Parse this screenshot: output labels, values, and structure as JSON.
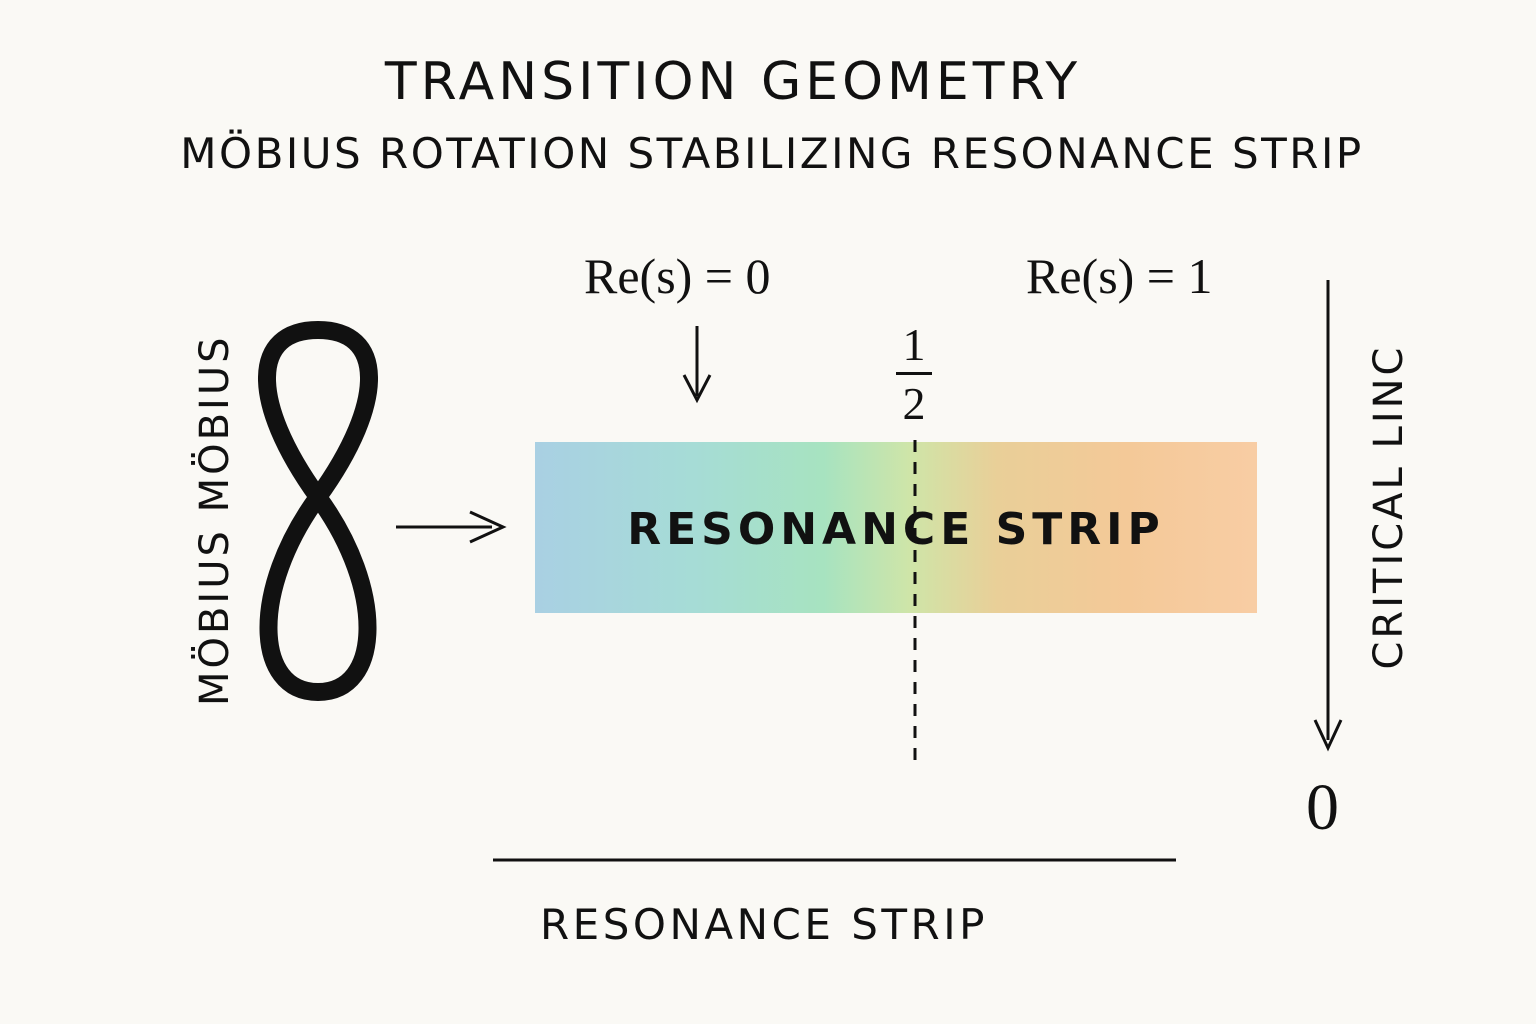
{
  "title": "TRANSITION GEOMETRY",
  "subtitle": "MÖBIUS ROTATION STABILIZING RESONANCE STRIP",
  "labels": {
    "re_zero": "Re(s) = 0",
    "re_one": "Re(s) = 1",
    "half_numerator": "1",
    "half_denominator": "2",
    "strip": "RESONANCE STRIP",
    "bottom": "RESONANCE STRIP",
    "left_vertical": "MÖBIUS MÖBIUS",
    "right_vertical": "CRITICAL LINC",
    "zero": "0"
  },
  "icons": {
    "mobius": "figure-eight-loop-icon",
    "arrow_right": "arrow-right-icon",
    "arrow_down": "arrow-down-icon",
    "arrow_down_long": "arrow-down-long-icon"
  },
  "colors": {
    "background": "#faf9f5",
    "ink": "#111111",
    "gradient_start": "#a9d0e3",
    "gradient_mid": "#a7e3c0",
    "gradient_end": "#f8cda4"
  }
}
